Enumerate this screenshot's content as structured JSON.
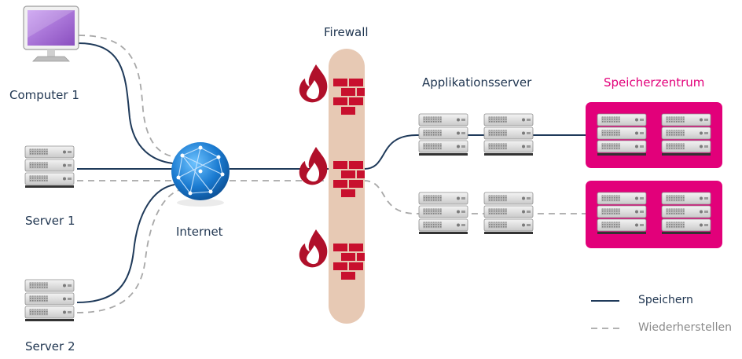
{
  "labels": {
    "computer1": "Computer 1",
    "server1": "Server 1",
    "server2": "Server 2",
    "internet": "Internet",
    "firewall": "Firewall",
    "app_servers": "Applikationsserver",
    "storage_center": "Speicherzentrum"
  },
  "legend": {
    "store": "Speichern",
    "restore": "Wiederherstellen"
  },
  "colors": {
    "store_line": "#1f3a5a",
    "restore_line": "#a8a8a8",
    "storage_pink": "#e2007a",
    "firewall_wall": "#e7c9b4",
    "brick": "#c8102e",
    "flame": "#b0102a",
    "globe": "#1a7ad0",
    "monitor_screen": "#a56ad6"
  }
}
